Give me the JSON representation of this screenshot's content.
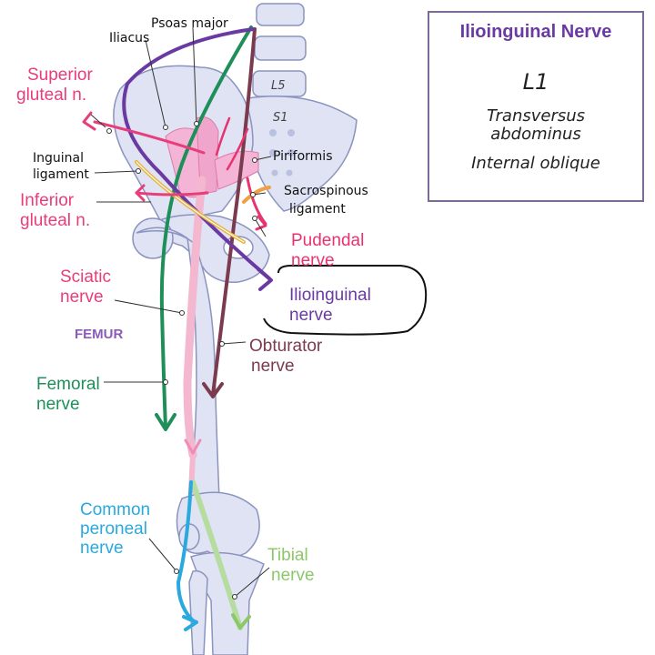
{
  "diagram": {
    "labels": {
      "iliacus": "Iliacus",
      "psoas_major": "Psoas major",
      "l5": "L5",
      "s1": "S1",
      "superior_gluteal_1": "Superior",
      "superior_gluteal_2": "gluteal n.",
      "inguinal_ligament_1": "Inguinal",
      "inguinal_ligament_2": "ligament",
      "inferior_gluteal_1": "Inferior",
      "inferior_gluteal_2": "gluteal n.",
      "piriformis": "Piriformis",
      "sacrospinous_1": "Sacrospinous",
      "sacrospinous_2": "ligament",
      "pudendal_1": "Pudendal",
      "pudendal_2": "nerve",
      "ilioinguinal_1": "Ilioinguinal",
      "ilioinguinal_2": "nerve",
      "sciatic_1": "Sciatic",
      "sciatic_2": "nerve",
      "femur": "FEMUR",
      "obturator_1": "Obturator",
      "obturator_2": "nerve",
      "femoral_1": "Femoral",
      "femoral_2": "nerve",
      "common_peroneal_1": "Common",
      "common_peroneal_2": "peroneal",
      "common_peroneal_3": "nerve",
      "tibial_1": "Tibial",
      "tibial_2": "nerve"
    },
    "info_box": {
      "title": "Ilioinguinal Nerve",
      "root": "L1",
      "muscle_1a": "Transversus",
      "muscle_1b": "abdominus",
      "muscle_2": "Internal oblique"
    },
    "colors": {
      "bone_fill": "#dfe3f4",
      "bone_stroke": "#8b93bf",
      "muscle_pink": "#f3b4d6",
      "ilioinguinal": "#6a3aa2",
      "femoral": "#1f8f5a",
      "obturator": "#7b3b4f",
      "sciatic": "#f3b7cf",
      "pudendal": "#e8336f",
      "gluteal": "#e83d7b",
      "peroneal": "#2aa9df",
      "tibial": "#8cc86a",
      "inguinal": "#e8b23a"
    }
  }
}
